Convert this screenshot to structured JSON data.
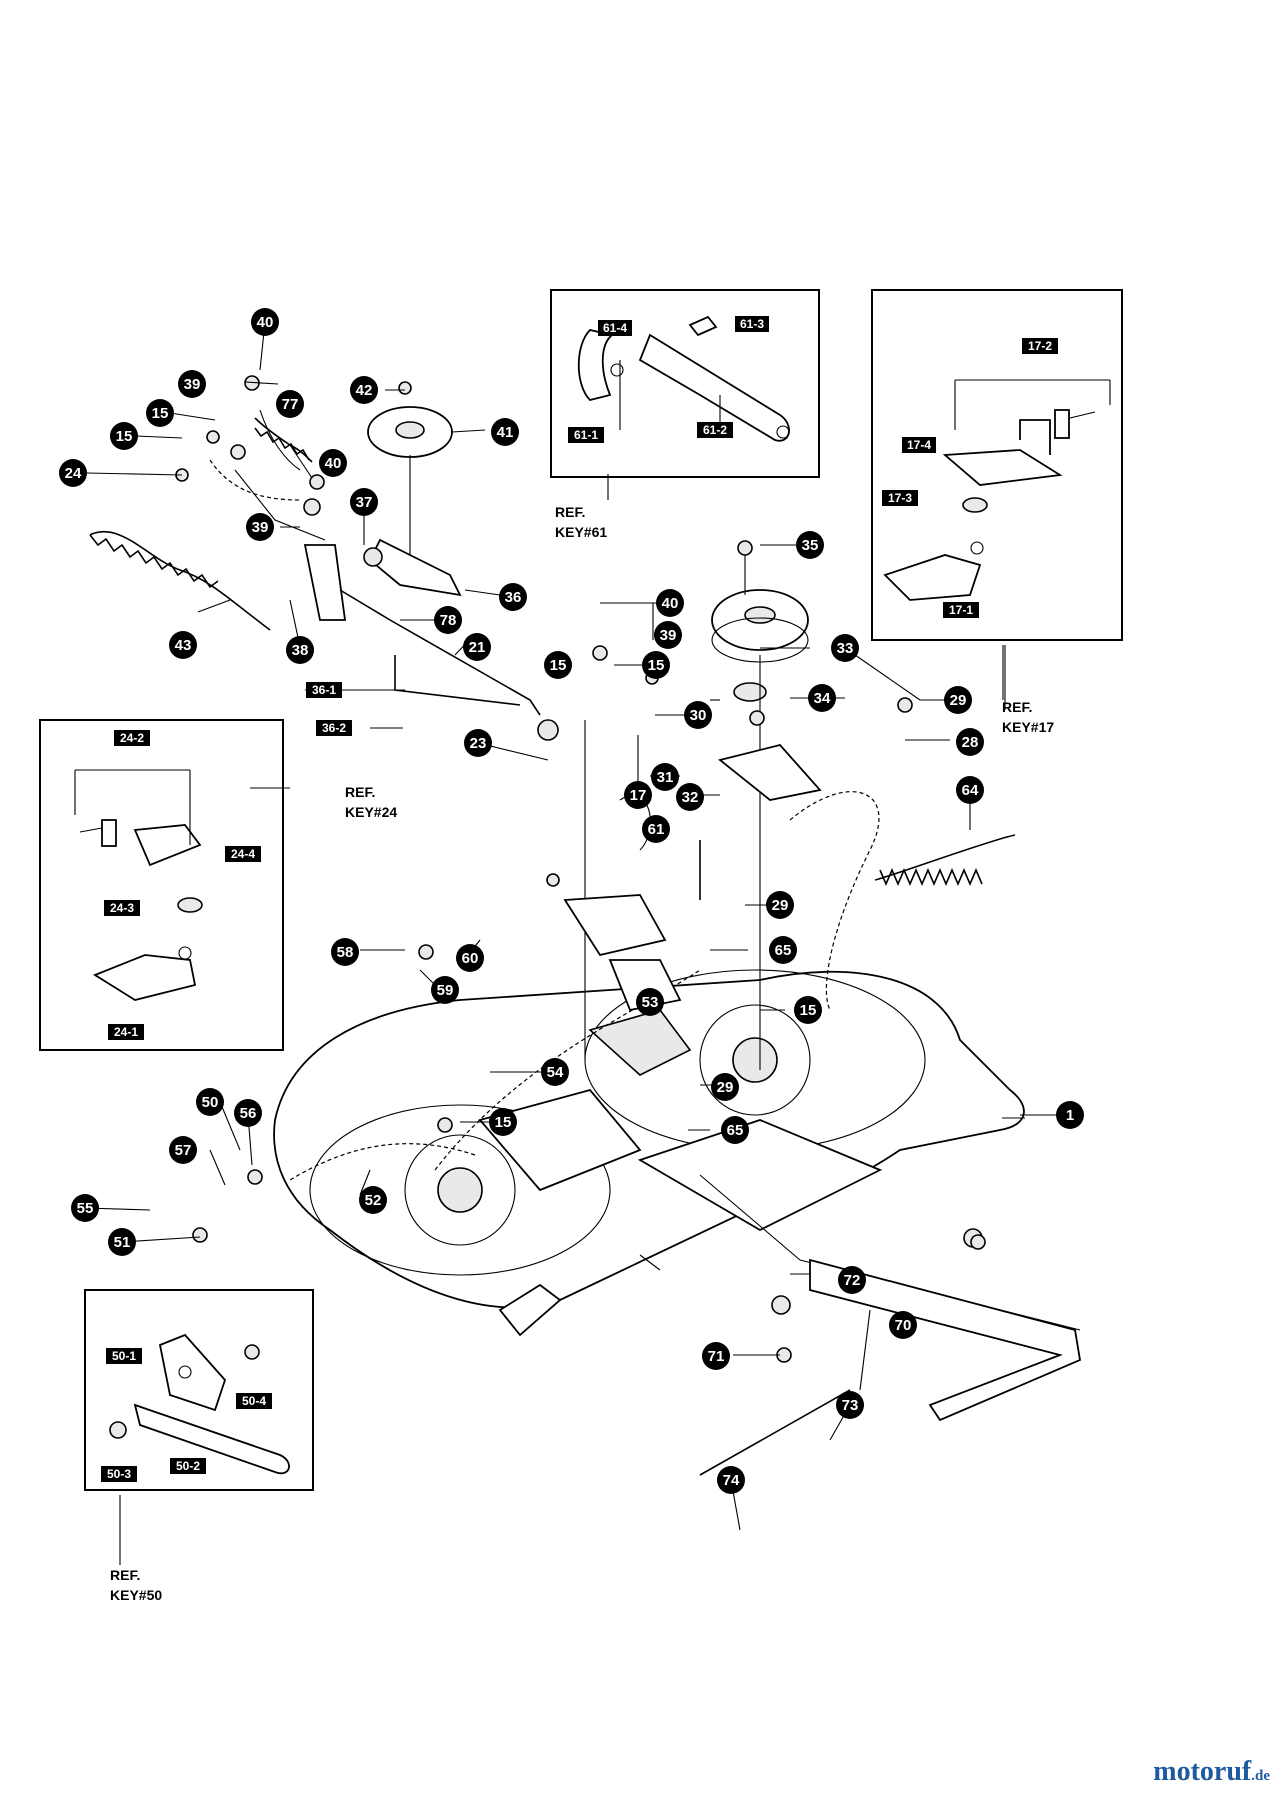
{
  "callouts": {
    "c1": "1",
    "c15a": "15",
    "c15b": "15",
    "c15c": "15",
    "c15d": "15",
    "c15e": "15",
    "c15f": "15",
    "c17": "17",
    "c21": "21",
    "c23": "23",
    "c24": "24",
    "c28": "28",
    "c29a": "29",
    "c29b": "29",
    "c29c": "29",
    "c30": "30",
    "c31": "31",
    "c32": "32",
    "c33": "33",
    "c34": "34",
    "c35": "35",
    "c36": "36",
    "c37": "37",
    "c38": "38",
    "c39a": "39",
    "c39b": "39",
    "c39c": "39",
    "c40a": "40",
    "c40b": "40",
    "c40c": "40",
    "c41": "41",
    "c42": "42",
    "c43": "43",
    "c50": "50",
    "c51": "51",
    "c52": "52",
    "c53": "53",
    "c54": "54",
    "c55": "55",
    "c56": "56",
    "c57": "57",
    "c58": "58",
    "c59": "59",
    "c60": "60",
    "c61": "61",
    "c64": "64",
    "c65a": "65",
    "c65b": "65",
    "c70": "70",
    "c71": "71",
    "c72": "72",
    "c73": "73",
    "c74": "74",
    "c77": "77",
    "c78": "78"
  },
  "box_labels": {
    "b61_1": "61-1",
    "b61_2": "61-2",
    "b61_3": "61-3",
    "b61_4": "61-4",
    "b17_1": "17-1",
    "b17_2": "17-2",
    "b17_3": "17-3",
    "b17_4": "17-4",
    "b24_1": "24-1",
    "b24_2": "24-2",
    "b24_3": "24-3",
    "b24_4": "24-4",
    "b36_1": "36-1",
    "b36_2": "36-2",
    "b50_1": "50-1",
    "b50_2": "50-2",
    "b50_3": "50-3",
    "b50_4": "50-4"
  },
  "refs": {
    "ref61_a": "REF.",
    "ref61_b": "KEY#61",
    "ref17_a": "REF.",
    "ref17_b": "KEY#17",
    "ref24_a": "REF.",
    "ref24_b": "KEY#24",
    "ref50_a": "REF.",
    "ref50_b": "KEY#50"
  },
  "watermark": {
    "main": "motoruf",
    "tld": ".de"
  },
  "colors": {
    "ink": "#000000",
    "paper": "#ffffff",
    "watermark_blue": "#1e5aa0",
    "watermark_orange": "#e2541b"
  }
}
